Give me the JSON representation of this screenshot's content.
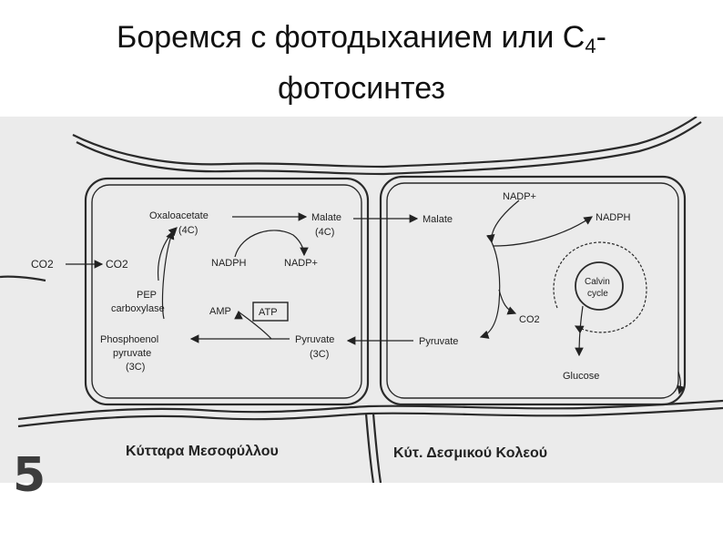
{
  "slide": {
    "title_line1": "Боремся с фотодыханием или C",
    "title_sub": "4",
    "title_line1_end": "-",
    "title_line2": "фотосинтез",
    "slide_number": "5"
  },
  "diagram": {
    "mesophyll": {
      "co2_outside": "CO2",
      "co2_inside": "CO2",
      "oxaloacetate": "Oxaloacetate",
      "oxaloacetate_c": "(4C)",
      "malate": "Malate",
      "malate_c": "(4C)",
      "nadph": "NADPH",
      "nadp_plus": "NADP+",
      "pep_carboxylase": [
        "PEP",
        "carboxylase"
      ],
      "amp": "AMP",
      "atp": "ATP",
      "pep": [
        "Phosphoenol",
        "pyruvate",
        "(3C)"
      ],
      "pyruvate": "Pyruvate",
      "pyruvate_c": "(3C)",
      "cell_label": "Κύτταρα Μεσοφύλλου"
    },
    "bundle_sheath": {
      "malate": "Malate",
      "nadp_plus": "NADP+",
      "nadph": "NADPH",
      "calvin": [
        "Calvin",
        "cycle"
      ],
      "co2": "CO2",
      "pyruvate": "Pyruvate",
      "glucose": "Glucose",
      "cell_label": "Κύτ. Δεσμικού Κολεού"
    }
  }
}
